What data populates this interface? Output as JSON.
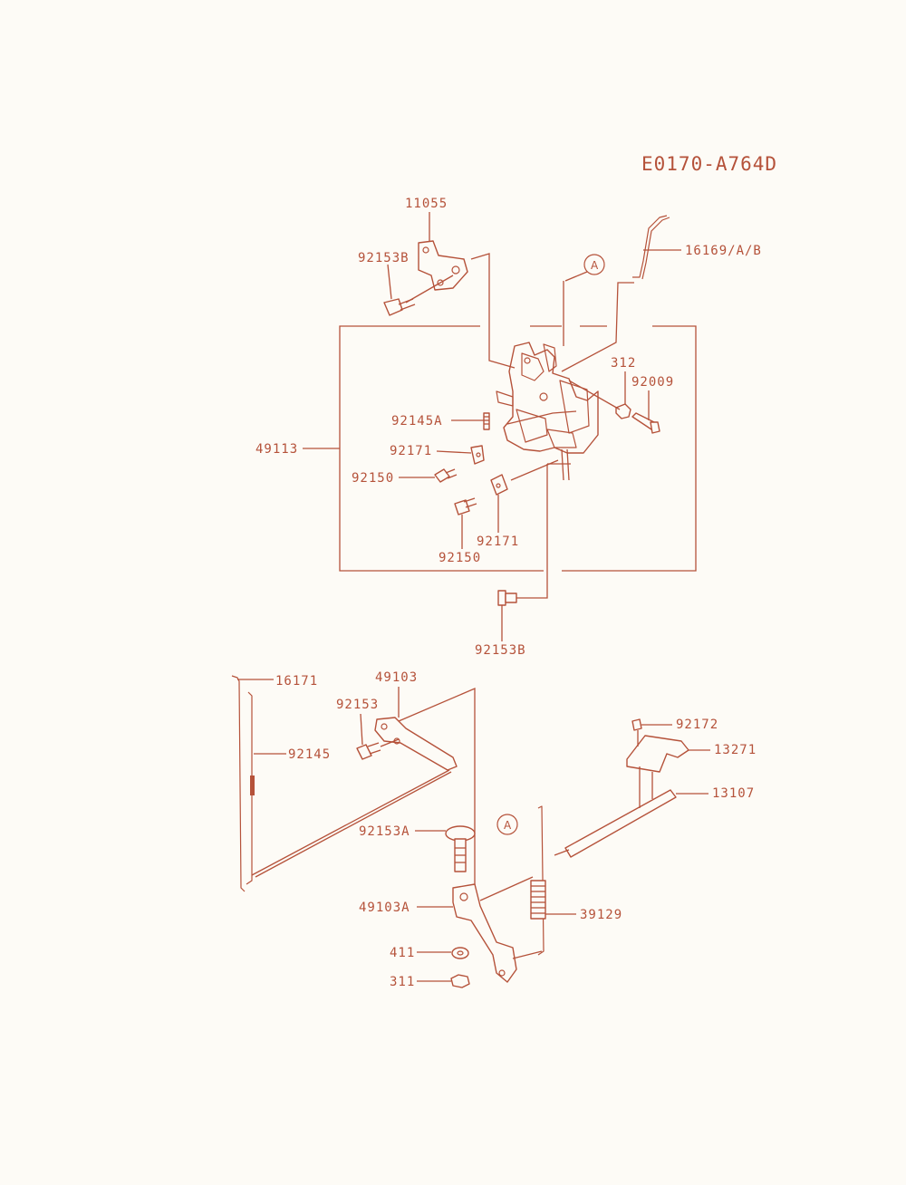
{
  "diagram_code": "E0170-A764D",
  "callouts": {
    "a_upper": "A",
    "a_lower": "A"
  },
  "parts": {
    "p11055": "11055",
    "p92153B_top": "92153B",
    "p16169": "16169/A/B",
    "p312": "312",
    "p92009": "92009",
    "p92145A": "92145A",
    "p49113": "49113",
    "p92171_left": "92171",
    "p92150_left": "92150",
    "p92171_right": "92171",
    "p92150_bottom": "92150",
    "p92153B_bottom": "92153B",
    "p16171": "16171",
    "p49103": "49103",
    "p92153": "92153",
    "p92145": "92145",
    "p92172": "92172",
    "p13271": "13271",
    "p13107": "13107",
    "p92153A": "92153A",
    "p49103A": "49103A",
    "p39129": "39129",
    "p411": "411",
    "p311": "311"
  },
  "colors": {
    "line": "#b5523a",
    "background": "#fdfbf6"
  }
}
